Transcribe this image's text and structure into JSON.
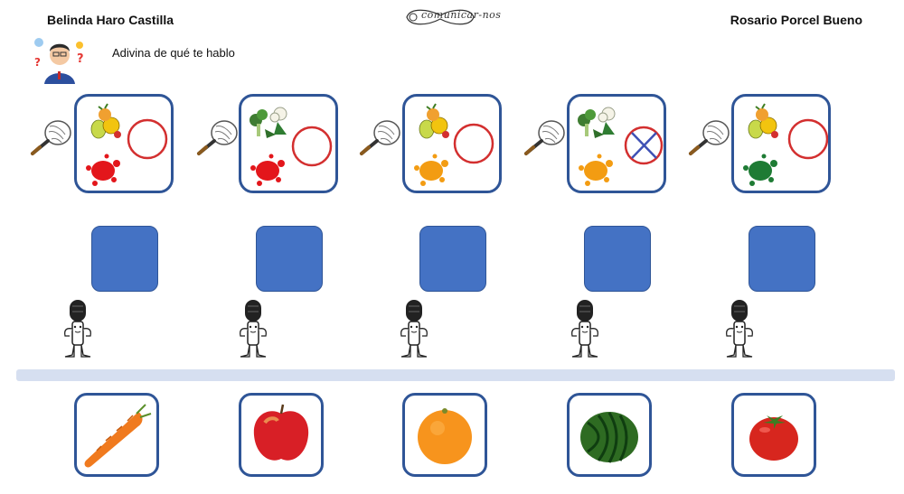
{
  "header": {
    "author_left": "Belinda Haro Castilla",
    "author_right": "Rosario Porcel Bueno",
    "logo_text": "comunicar-nos",
    "instruction": "Adivina de qué te hablo"
  },
  "clues": [
    {
      "category_icon": "fruits-icon",
      "paint_color": "#e3161b",
      "crossed": false
    },
    {
      "category_icon": "vegetables-icon",
      "paint_color": "#e3161b",
      "crossed": false
    },
    {
      "category_icon": "fruits-icon",
      "paint_color": "#f39c12",
      "crossed": false
    },
    {
      "category_icon": "vegetables-icon",
      "paint_color": "#f39c12",
      "crossed": true
    },
    {
      "category_icon": "fruits-icon",
      "paint_color": "#1e7b34",
      "crossed": false
    }
  ],
  "answer_boxes": 5,
  "options": [
    {
      "icon": "carrot-icon"
    },
    {
      "icon": "apple-icon"
    },
    {
      "icon": "orange-icon"
    },
    {
      "icon": "watermelon-icon"
    },
    {
      "icon": "tomato-icon"
    }
  ],
  "colors": {
    "card_border": "#2f5597",
    "answer_fill": "#4472c4",
    "divider": "#d6dff0",
    "circle_red": "#d32f2f",
    "cross_blue": "#3f51b5"
  }
}
